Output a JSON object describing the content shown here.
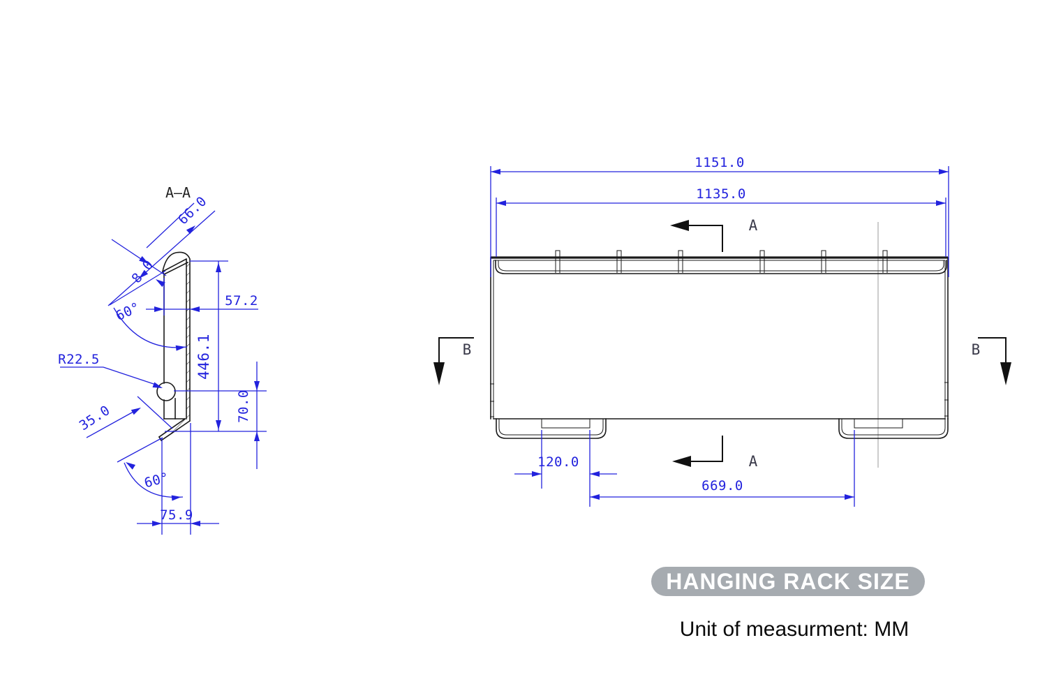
{
  "drawing": {
    "badge_label": "HANGING RACK SIZE",
    "unit_note": "Unit of measurment: MM",
    "colors": {
      "dimension_blue": "#2222dd",
      "geometry_black": "#1a1a1a",
      "badge_bg": "#a6abb0",
      "badge_text": "#ffffff",
      "reference_gray": "#cccccc"
    }
  },
  "section_view": {
    "title": "A—A",
    "dim_flange_length": "66.0",
    "dim_flange_thickness": "8.0",
    "dim_top_angle": "60°",
    "dim_top_offset": "57.2",
    "dim_overall_height": "446.1",
    "dim_hook_radius": "R22.5",
    "dim_hook_offset": "35.0",
    "dim_hook_to_bottom": "70.0",
    "dim_bottom_angle": "60°",
    "dim_bottom_width": "75.9"
  },
  "front_view": {
    "dim_overall_width": "1151.0",
    "dim_inner_width": "1135.0",
    "dim_foot_notch_width": "120.0",
    "dim_notch_spacing": "669.0",
    "section_label_a": "A",
    "section_label_b": "B"
  }
}
